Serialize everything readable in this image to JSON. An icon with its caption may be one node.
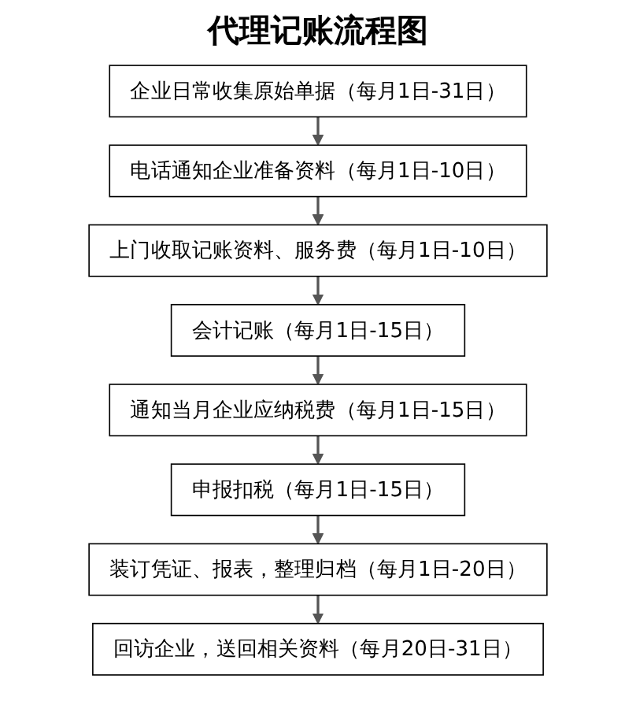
{
  "diagram": {
    "title": "代理记账流程图",
    "nodes": [
      {
        "text": [
          "企业日常收集原始单据（每月1日-31日）"
        ]
      },
      {
        "text": [
          "电话通知企业准备资料（每月1日-10日）"
        ]
      },
      {
        "text": [
          "上门收取记账资料、服务费（每月1日-10日）"
        ]
      },
      {
        "text": [
          "会计记账（每月1日-15日）"
        ]
      },
      {
        "text": [
          "通知当月企业应纳税费（每月1日-15日）"
        ]
      },
      {
        "text": [
          "申报扣税（每月1日-15日）"
        ]
      },
      {
        "text": [
          "装订凭证、报表，整理归档（每月1日-20日）"
        ]
      },
      {
        "text": [
          "回访企业，送回相关资料（每月20日-31日）"
        ]
      }
    ],
    "edges": [
      {
        "from": 0,
        "to": 1,
        "arrow": "to"
      },
      {
        "from": 1,
        "to": 2,
        "arrow": "to"
      },
      {
        "from": 2,
        "to": 3,
        "arrow": "to"
      },
      {
        "from": 3,
        "to": 4,
        "arrow": "to"
      },
      {
        "from": 4,
        "to": 5,
        "arrow": "to"
      },
      {
        "from": 5,
        "to": 6,
        "arrow": "to"
      },
      {
        "from": 6,
        "to": 7,
        "arrow": "to"
      }
    ]
  }
}
